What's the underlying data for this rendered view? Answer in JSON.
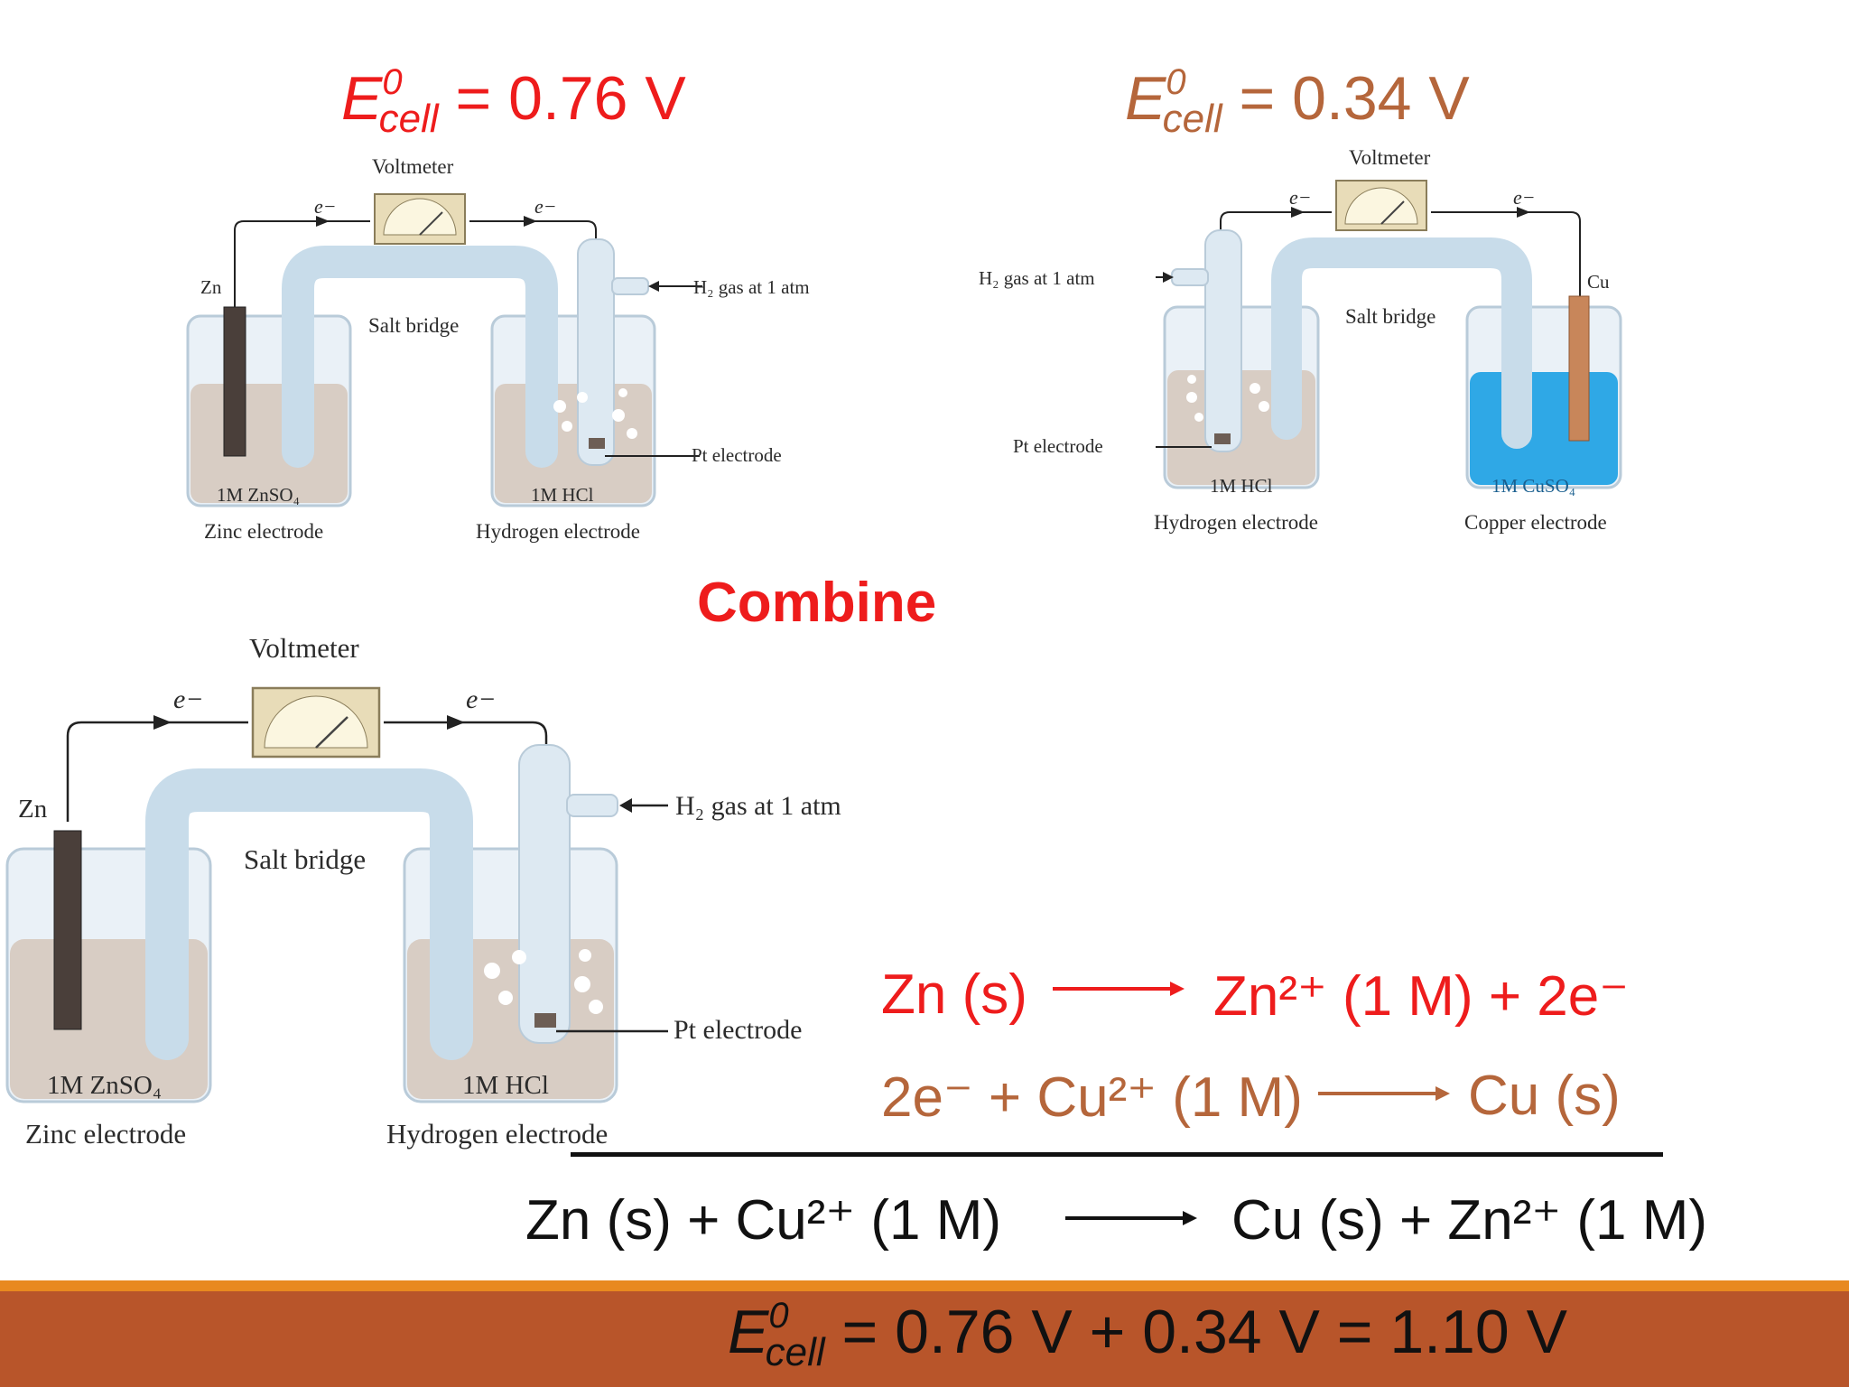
{
  "colors": {
    "red": "#ee1c1c",
    "copper": "#b5663b",
    "black": "#111111",
    "footer": "#b8552a",
    "footer_stripe": "#e8891f"
  },
  "top_left": {
    "ecell_E": "E",
    "ecell_sup": "0",
    "ecell_sub": "cell",
    "ecell_value": "= 0.76 V",
    "voltmeter": "Voltmeter",
    "electron": "e−",
    "zn": "Zn",
    "salt_bridge": "Salt bridge",
    "h2_gas": "H₂ gas at 1 atm",
    "pt_electrode": "Pt electrode",
    "sol_left": "1M ZnSO₄",
    "sol_right": "1M HCl",
    "label_left": "Zinc electrode",
    "label_right": "Hydrogen electrode"
  },
  "top_right": {
    "ecell_E": "E",
    "ecell_sup": "0",
    "ecell_sub": "cell",
    "ecell_value": "= 0.34 V",
    "voltmeter": "Voltmeter",
    "electron": "e−",
    "cu": "Cu",
    "salt_bridge": "Salt bridge",
    "h2_gas": "H₂ gas at 1 atm",
    "pt_electrode": "Pt electrode",
    "sol_left": "1M HCl",
    "sol_right": "1M CuSO₄",
    "label_left": "Hydrogen electrode",
    "label_right": "Copper electrode"
  },
  "combine": "Combine",
  "bottom_left": {
    "voltmeter": "Voltmeter",
    "electron": "e−",
    "zn": "Zn",
    "salt_bridge": "Salt bridge",
    "h2_gas": "H₂ gas at 1 atm",
    "pt_electrode": "Pt electrode",
    "sol_left": "1M ZnSO₄",
    "sol_right": "1M HCl",
    "label_left": "Zinc electrode",
    "label_right": "Hydrogen electrode"
  },
  "reactions": {
    "oxidation_left": "Zn (s)",
    "oxidation_right": "Zn²⁺ (1 M) + 2e⁻",
    "reduction_left": "2e⁻ + Cu²⁺ (1 M)",
    "reduction_right": "Cu (s)",
    "overall_left": "Zn (s) + Cu²⁺ (1 M)",
    "overall_right": "Cu (s) + Zn²⁺ (1 M)"
  },
  "footer": {
    "ecell_E": "E",
    "ecell_sup": "0",
    "ecell_sub": "cell",
    "ecell_value": "= 0.76 V + 0.34 V = 1.10 V"
  }
}
